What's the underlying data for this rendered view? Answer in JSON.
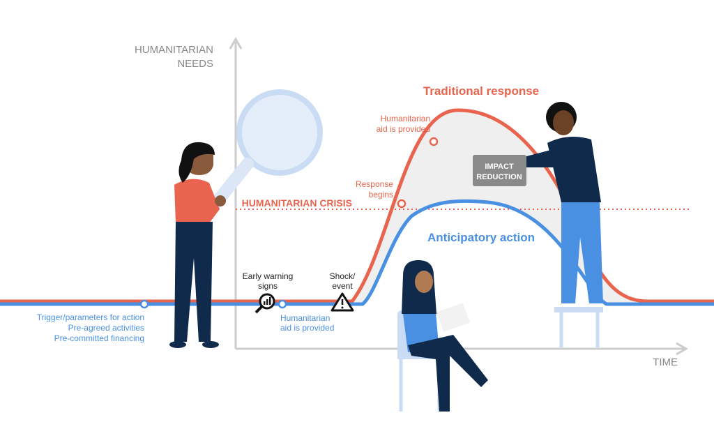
{
  "axes": {
    "y_label_line1": "HUMANITARIAN",
    "y_label_line2": "NEEDS",
    "x_label": "TIME"
  },
  "curves": {
    "traditional": {
      "label": "Traditional response",
      "color": "#e8644e"
    },
    "anticipatory": {
      "label": "Anticipatory action",
      "color": "#4a90e2"
    }
  },
  "crisis_line": {
    "label": "HUMANITARIAN CRISIS",
    "color": "#e8644e"
  },
  "annotations": {
    "trad_aid_line1": "Humanitarian",
    "trad_aid_line2": "aid is provided",
    "response_line1": "Response",
    "response_line2": "begins",
    "early_line1": "Early warning",
    "early_line2": "signs",
    "shock_line1": "Shock/",
    "shock_line2": "event",
    "ant_aid_line1": "Humanitarian",
    "ant_aid_line2": "aid is provided",
    "trigger_line1": "Trigger/parameters for action",
    "trigger_line2": "Pre-agreed activities",
    "trigger_line3": "Pre-committed financing"
  },
  "sign": {
    "line1": "IMPACT",
    "line2": "REDUCTION"
  }
}
